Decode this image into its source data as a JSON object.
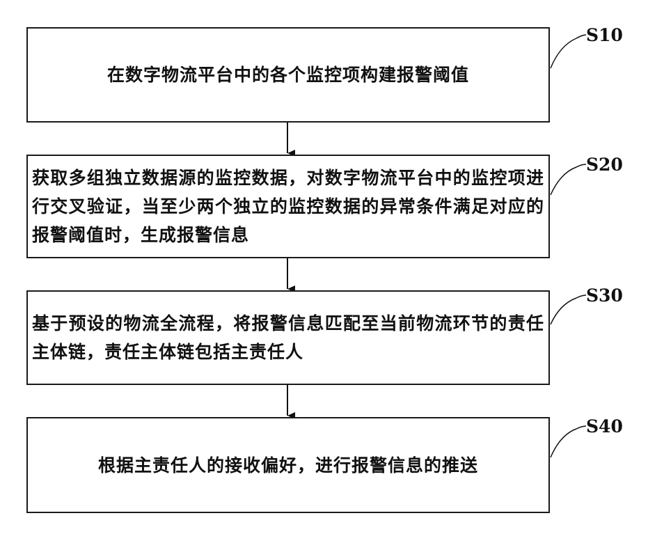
{
  "steps": [
    {
      "id": "S10",
      "text": "在数字物流平台中的各个监控项构建报警阈值"
    },
    {
      "id": "S20",
      "text": "获取多组独立数据源的监控数据，对数字物流平台中的监控项进行交叉验证，当至少两个独立的监控数据的异常条件满足对应的报警阈值时，生成报警信息"
    },
    {
      "id": "S30",
      "text": "基于预设的物流全流程，将报警信息匹配至当前物流环节的责任主体链，责任主体链包括主责任人"
    },
    {
      "id": "S40",
      "text": "根据主责任人的接收偏好，进行报警信息的推送"
    }
  ]
}
